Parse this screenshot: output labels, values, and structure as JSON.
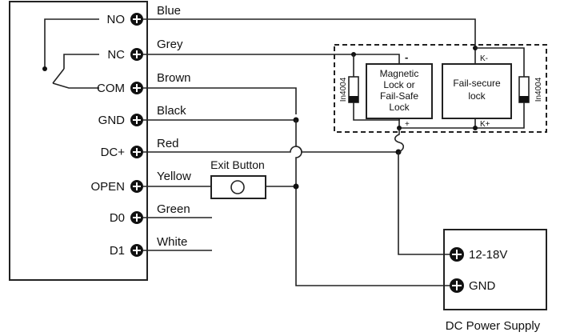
{
  "controller": {
    "terminals": [
      {
        "label": "NO",
        "wire": "Blue"
      },
      {
        "label": "NC",
        "wire": "Grey"
      },
      {
        "label": "COM",
        "wire": "Brown"
      },
      {
        "label": "GND",
        "wire": "Black"
      },
      {
        "label": "DC+",
        "wire": "Red"
      },
      {
        "label": "OPEN",
        "wire": "Yellow"
      },
      {
        "label": "D0",
        "wire": "Green"
      },
      {
        "label": "D1",
        "wire": "White"
      }
    ]
  },
  "exit_button": {
    "label": "Exit Button"
  },
  "locks": {
    "maglock": {
      "line1": "Magnetic",
      "line2": "Lock or",
      "line3": "Fail-Safe",
      "line4": "Lock",
      "minus": "-",
      "plus": "+"
    },
    "failsecure": {
      "line1": "Fail-secure",
      "line2": "lock",
      "minus": "K-",
      "plus": "K+"
    }
  },
  "diodes": {
    "left": "In4004",
    "right": "In4004"
  },
  "power_supply": {
    "title": "DC Power Supply",
    "terminals": [
      {
        "label": "12-18V"
      },
      {
        "label": "GND"
      }
    ]
  }
}
